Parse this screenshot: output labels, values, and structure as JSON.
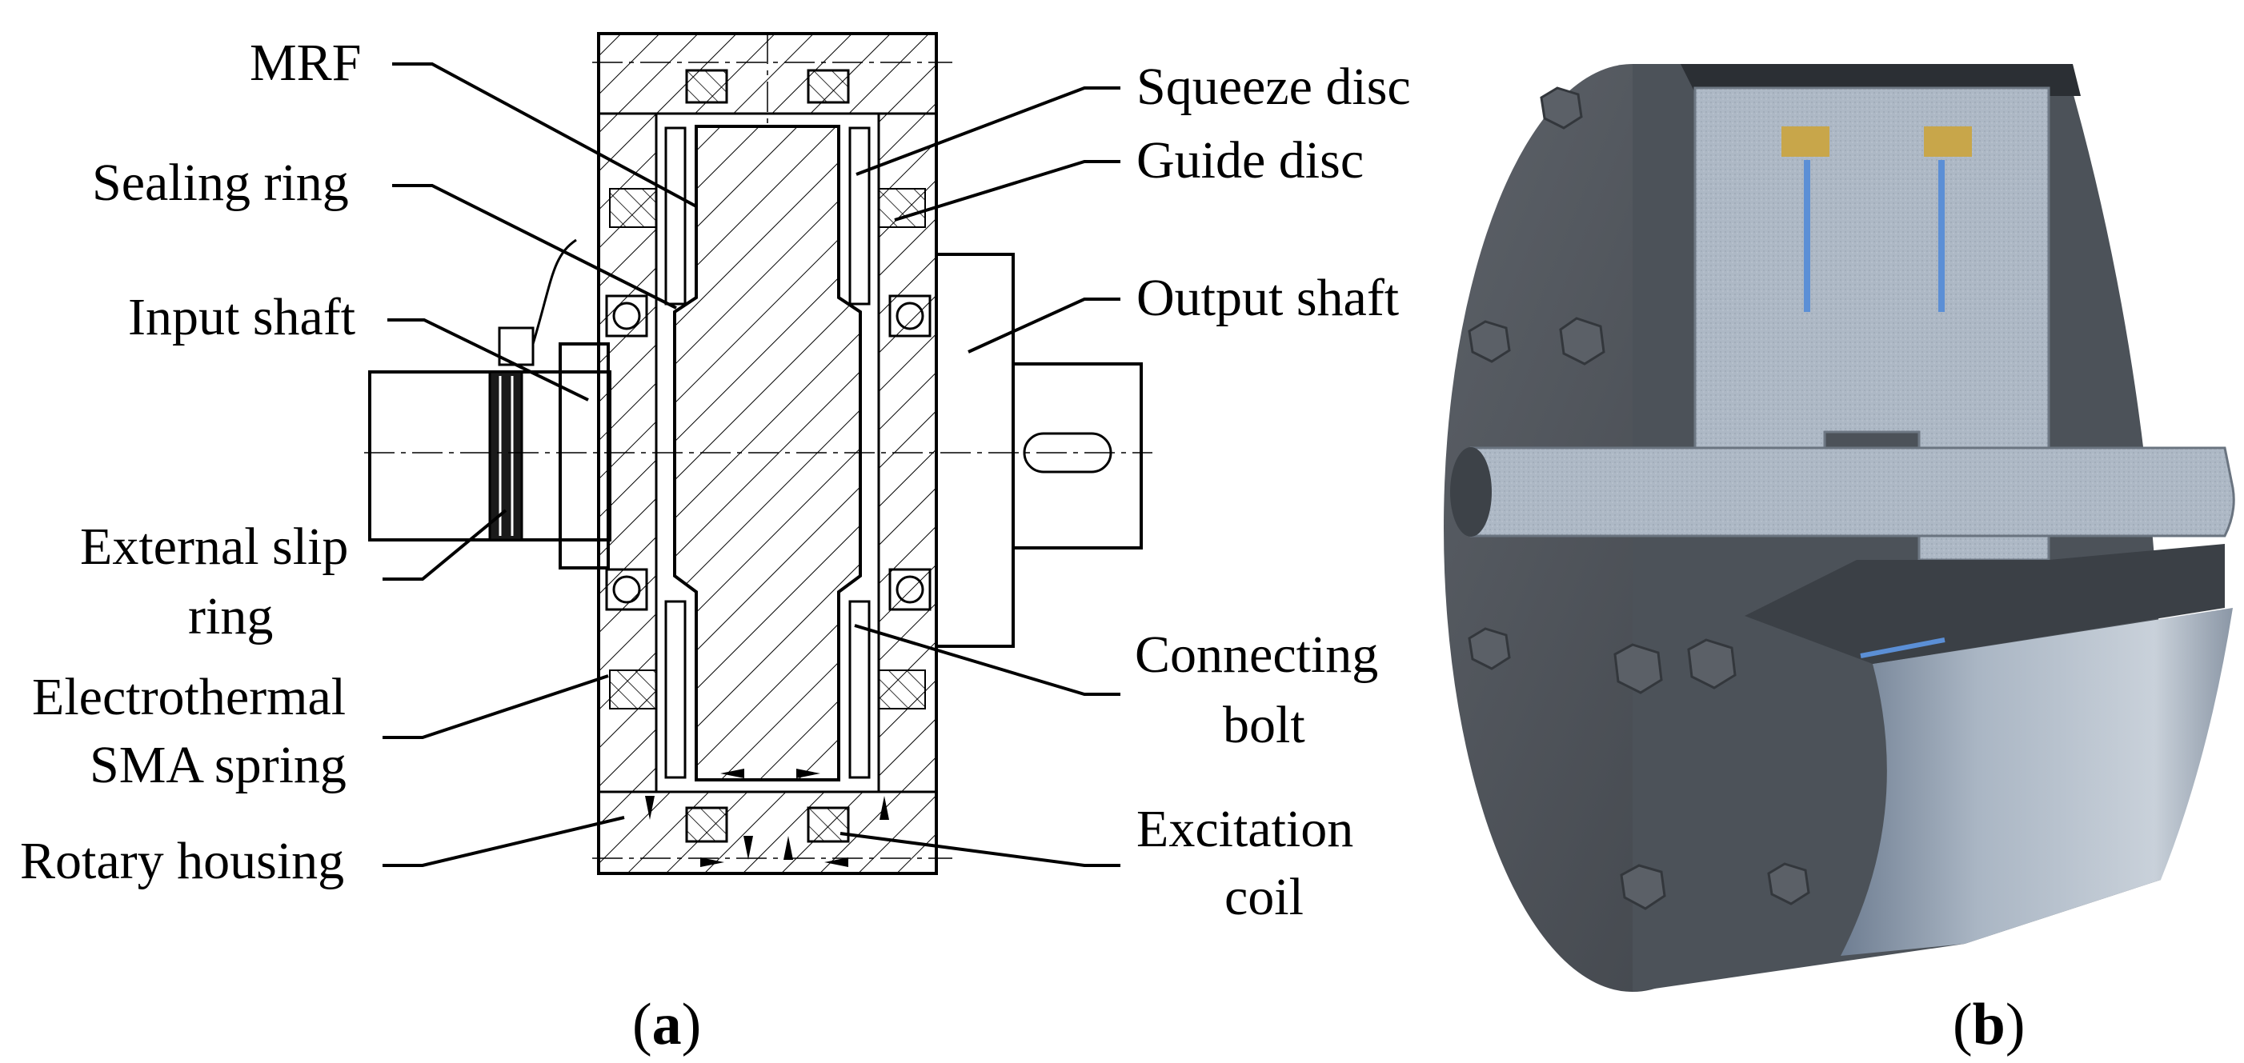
{
  "labels_left": {
    "mrf": "MRF",
    "sealing_ring": "Sealing ring",
    "input_shaft": "Input shaft",
    "external_slip_ring_line1": "External slip",
    "external_slip_ring_line2": "ring",
    "sma_spring_line1": "Electrothermal",
    "sma_spring_line2": "SMA spring",
    "rotary_housing": "Rotary housing"
  },
  "labels_right": {
    "squeeze_disc": "Squeeze disc",
    "guide_disc": "Guide disc",
    "output_shaft": "Output shaft",
    "connecting_bolt_line1": "Connecting",
    "connecting_bolt_line2": "bolt",
    "excitation_coil_line1": "Excitation",
    "excitation_coil_line2": "coil"
  },
  "captions": {
    "a_open": "(",
    "a_letter": "a",
    "a_close": ")",
    "b_open": "(",
    "b_letter": "b",
    "b_close": ")"
  },
  "colors": {
    "metal_dark": "#4a4e55",
    "metal_face": "#5a5f66",
    "cut_face": "#aeb9c6",
    "copper": "#c8a64a",
    "accent_blue": "#5b8fd6"
  }
}
